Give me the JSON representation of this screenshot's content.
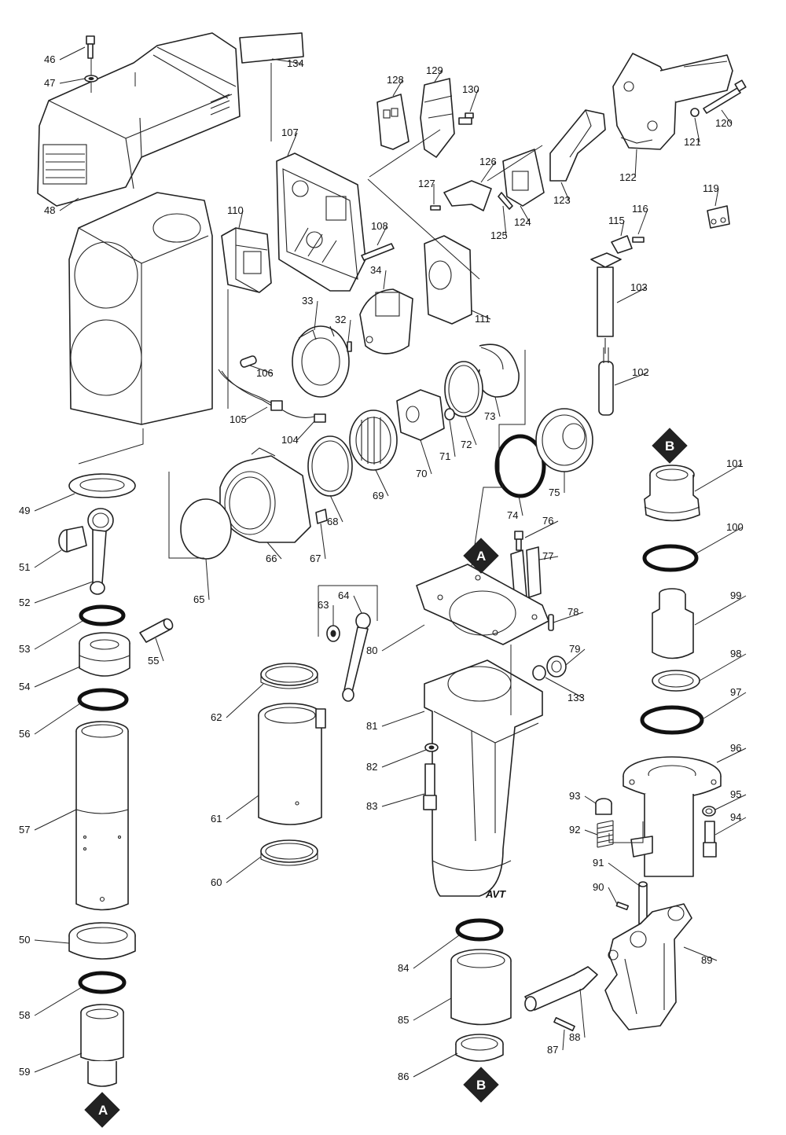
{
  "callouts": [
    {
      "id": "46",
      "text": "46"
    },
    {
      "id": "47",
      "text": "47"
    },
    {
      "id": "48",
      "text": "48"
    },
    {
      "id": "134",
      "text": "134"
    },
    {
      "id": "128",
      "text": "128"
    },
    {
      "id": "129",
      "text": "129"
    },
    {
      "id": "130",
      "text": "130"
    },
    {
      "id": "107",
      "text": "107"
    },
    {
      "id": "126",
      "text": "126"
    },
    {
      "id": "127",
      "text": "127"
    },
    {
      "id": "125",
      "text": "125"
    },
    {
      "id": "124",
      "text": "124"
    },
    {
      "id": "123",
      "text": "123"
    },
    {
      "id": "122",
      "text": "122"
    },
    {
      "id": "121",
      "text": "121"
    },
    {
      "id": "120",
      "text": "120"
    },
    {
      "id": "119",
      "text": "119"
    },
    {
      "id": "116",
      "text": "116"
    },
    {
      "id": "115",
      "text": "115"
    },
    {
      "id": "110",
      "text": "110"
    },
    {
      "id": "108",
      "text": "108"
    },
    {
      "id": "111",
      "text": "111"
    },
    {
      "id": "34",
      "text": "34"
    },
    {
      "id": "33",
      "text": "33"
    },
    {
      "id": "32",
      "text": "32"
    },
    {
      "id": "103",
      "text": "103"
    },
    {
      "id": "106",
      "text": "106"
    },
    {
      "id": "105",
      "text": "105"
    },
    {
      "id": "104",
      "text": "104"
    },
    {
      "id": "102",
      "text": "102"
    },
    {
      "id": "73",
      "text": "73"
    },
    {
      "id": "72",
      "text": "72"
    },
    {
      "id": "71",
      "text": "71"
    },
    {
      "id": "70",
      "text": "70"
    },
    {
      "id": "69",
      "text": "69"
    },
    {
      "id": "68",
      "text": "68"
    },
    {
      "id": "67",
      "text": "67"
    },
    {
      "id": "66",
      "text": "66"
    },
    {
      "id": "65",
      "text": "65"
    },
    {
      "id": "74",
      "text": "74"
    },
    {
      "id": "75",
      "text": "75"
    },
    {
      "id": "101",
      "text": "101"
    },
    {
      "id": "100",
      "text": "100"
    },
    {
      "id": "49",
      "text": "49"
    },
    {
      "id": "51",
      "text": "51"
    },
    {
      "id": "52",
      "text": "52"
    },
    {
      "id": "53",
      "text": "53"
    },
    {
      "id": "55",
      "text": "55"
    },
    {
      "id": "54",
      "text": "54"
    },
    {
      "id": "56",
      "text": "56"
    },
    {
      "id": "57",
      "text": "57"
    },
    {
      "id": "50",
      "text": "50"
    },
    {
      "id": "58",
      "text": "58"
    },
    {
      "id": "59",
      "text": "59"
    },
    {
      "id": "76",
      "text": "76"
    },
    {
      "id": "77",
      "text": "77"
    },
    {
      "id": "78",
      "text": "78"
    },
    {
      "id": "80",
      "text": "80"
    },
    {
      "id": "79",
      "text": "79"
    },
    {
      "id": "133",
      "text": "133"
    },
    {
      "id": "81",
      "text": "81"
    },
    {
      "id": "82",
      "text": "82"
    },
    {
      "id": "83",
      "text": "83"
    },
    {
      "id": "63",
      "text": "63"
    },
    {
      "id": "64",
      "text": "64"
    },
    {
      "id": "62",
      "text": "62"
    },
    {
      "id": "61",
      "text": "61"
    },
    {
      "id": "60",
      "text": "60"
    },
    {
      "id": "99",
      "text": "99"
    },
    {
      "id": "98",
      "text": "98"
    },
    {
      "id": "97",
      "text": "97"
    },
    {
      "id": "96",
      "text": "96"
    },
    {
      "id": "95",
      "text": "95"
    },
    {
      "id": "94",
      "text": "94"
    },
    {
      "id": "93",
      "text": "93"
    },
    {
      "id": "92",
      "text": "92"
    },
    {
      "id": "91",
      "text": "91"
    },
    {
      "id": "90",
      "text": "90"
    },
    {
      "id": "89",
      "text": "89"
    },
    {
      "id": "84",
      "text": "84"
    },
    {
      "id": "85",
      "text": "85"
    },
    {
      "id": "86",
      "text": "86"
    },
    {
      "id": "87",
      "text": "87"
    },
    {
      "id": "88",
      "text": "88"
    }
  ],
  "markers": {
    "a_top": "A",
    "a_bottom": "A",
    "b_top": "B",
    "b_bottom": "B"
  },
  "housing_text": "AVT",
  "colors": {
    "line": "#222222",
    "background": "#ffffff"
  }
}
